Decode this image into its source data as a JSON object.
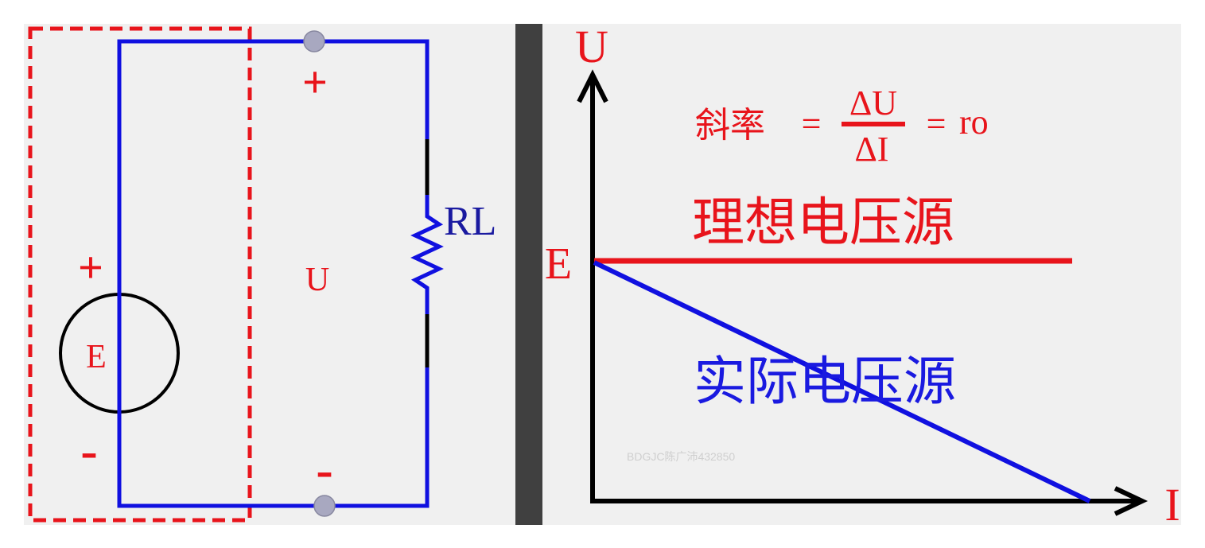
{
  "circuit": {
    "source_label": "E",
    "source_plus": "+",
    "source_minus": "-",
    "terminal_plus": "+",
    "terminal_minus": "-",
    "voltage_label": "U",
    "load_label": "RL"
  },
  "graph": {
    "y_axis_label": "U",
    "x_axis_label": "I",
    "intercept_label": "E",
    "formula": {
      "lhs": "斜率",
      "equals": "=",
      "numerator": "ΔU",
      "denominator": "ΔI",
      "rhs": "ro"
    },
    "ideal_label": "理想电压源",
    "real_label": "实际电压源"
  },
  "watermark": "BDGJC陈广沛432850",
  "colors": {
    "wire": "#1010e0",
    "red": "#e8141b",
    "black": "#000000",
    "divider": "#404040",
    "terminal": "#a8a8c0"
  }
}
